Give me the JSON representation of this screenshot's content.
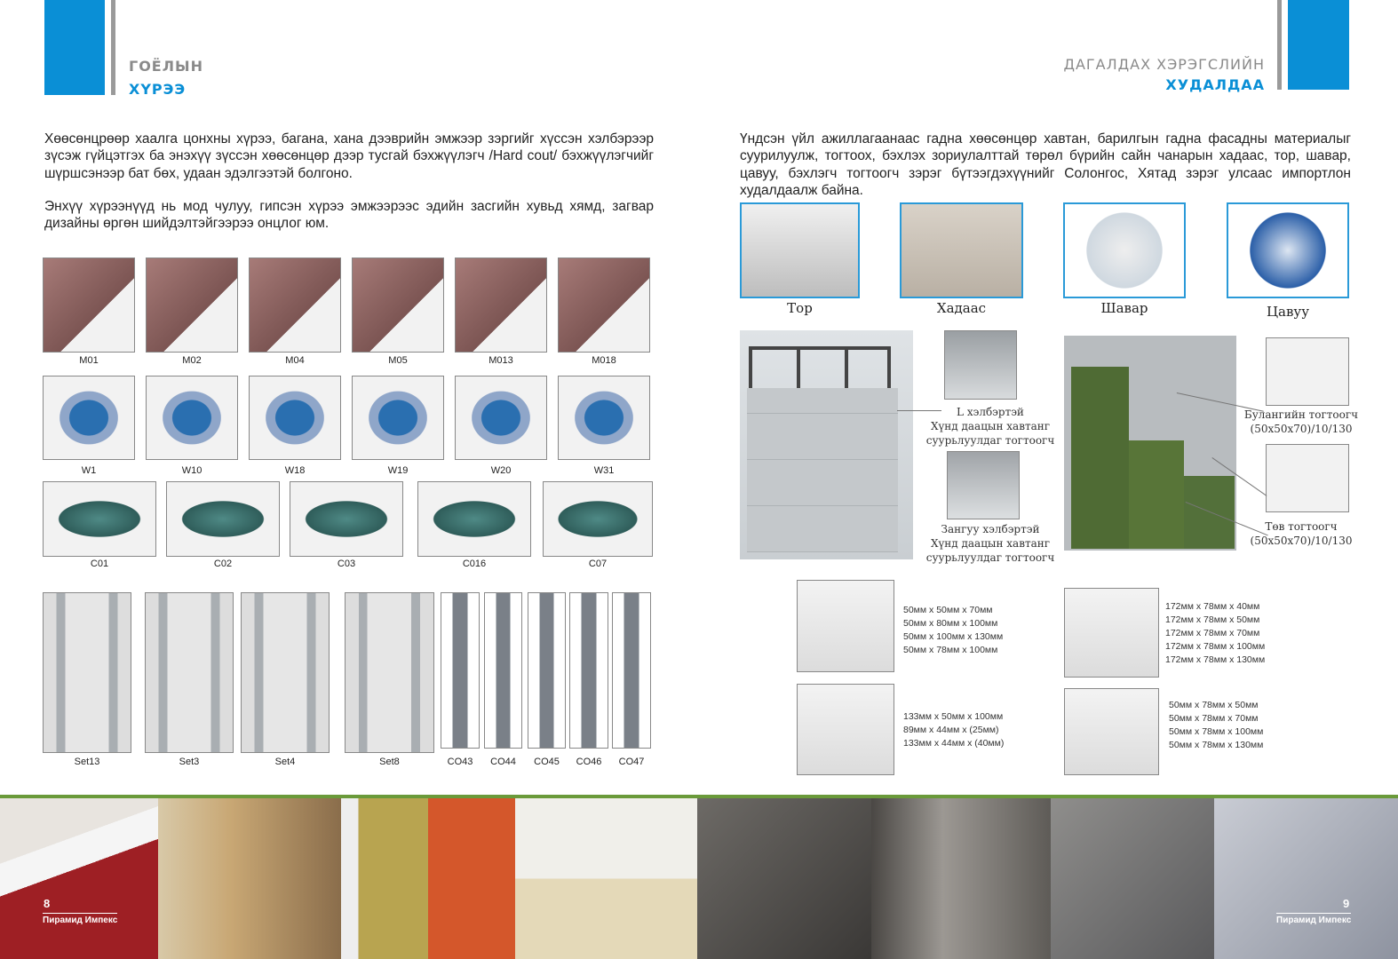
{
  "left_page": {
    "title_line1": "ГОЁЛЫН",
    "title_line2": "ХҮРЭЭ",
    "paragraph1": "Хөөсөнцрөөр хаалга цонхны хүрээ, багана, хана дээврийн эмжээр зэргийг хүссэн хэлбэрээр зүсэж гүйцэтгэх ба энэхүү зүссэн хөөсөнцөр дээр тусгай бэхжүүлэгч /Hard cout/ бэхжүүлэгчийг шүршсэнээр бат бөх, удаан эдэлгээтэй болгоно.",
    "paragraph2": "Энхүү хүрээнүүд нь мод чулуу, гипсэн хүрээ эмжээрээс эдийн засгийн хувьд хямд, загвар дизайны өргөн шийдэлтэйгээрээ онцлог юм.",
    "corbels": [
      "M01",
      "M02",
      "M04",
      "M05",
      "M013",
      "M018"
    ],
    "windows": [
      "W1",
      "W10",
      "W18",
      "W19",
      "W20",
      "W31"
    ],
    "mouldings": [
      "C01",
      "C02",
      "C03",
      "C016",
      "C07"
    ],
    "sets": [
      "Set13",
      "Set3",
      "Set4",
      "Set8"
    ],
    "columns": [
      "CO43",
      "CO44",
      "CO45",
      "CO46",
      "CO47"
    ],
    "page_number": "8",
    "company": "Пирамид Импекс"
  },
  "right_page": {
    "title_line1": "ДАГАЛДАХ ХЭРЭГСЛИЙН",
    "title_line2": "ХУДАЛДАА",
    "paragraph": "Үндсэн үйл ажиллагаанаас гадна хөөсөнцөр хавтан, барилгын гадна фасадны материалыг суурилуулж, тогтоох, бэхлэх зориулалттай төрөл бүрийн сайн чанарын хадаас, тор, шавар, цавуу, бэхлэгч тогтоогч зэрэг бүтээгдэхүүнийг Солонгос, Хятад зэрэг улсаас импортлон худалдаалж байна.",
    "products": [
      "Тор",
      "Хадаас",
      "Шавар",
      "Цавуу"
    ],
    "l_bracket": [
      "L хэлбэртэй",
      "Хүнд даацын хавтанг",
      "суурьлуулдаг тогтоогч"
    ],
    "zangu_bracket": [
      "Зангуу хэлбэртэй",
      "Хүнд даацын хавтанг",
      "суурьлуулдаг тогтоогч"
    ],
    "corner_holder": [
      "Булангийн тогтоогч",
      "(50x50x70)/10/130"
    ],
    "center_holder": [
      "Төв тогтоогч",
      "(50x50x70)/10/130"
    ],
    "specs_l": [
      "50мм x 50мм x 70мм",
      "50мм x 80мм x 100мм",
      "50мм x 100мм x 130мм",
      "50мм x 78мм x 100мм"
    ],
    "specs_zangu": [
      "133мм x 50мм x 100мм",
      "89мм x 44мм x (25мм)",
      "133мм x 44мм x (40мм)"
    ],
    "specs_corner": [
      "172мм x 78мм x 40мм",
      "172мм x 78мм x 50мм",
      "172мм x 78мм x 70мм",
      "172мм x 78мм x 100мм",
      "172мм x 78мм x 130мм"
    ],
    "specs_center": [
      "50мм x 78мм x 50мм",
      "50мм x 78мм x 70мм",
      "50мм x 78мм x 100мм",
      "50мм x 78мм x 130мм"
    ],
    "page_number": "9",
    "company": "Пирамид Импекс"
  },
  "colors": {
    "accent_blue": "#0a8fd6",
    "title_gray": "#8a8a8a",
    "strip_green": "#6a9a3a"
  }
}
